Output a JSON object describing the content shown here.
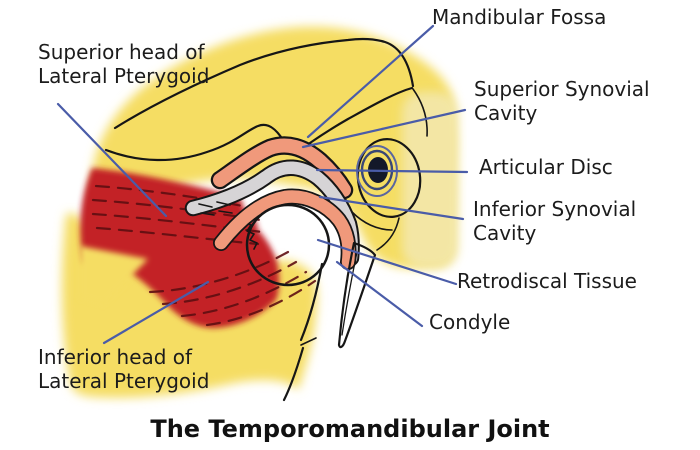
{
  "title": "The Temporomandibular Joint",
  "labels": {
    "superior_head": "Superior head of\nLateral Pterygoid",
    "mandibular_fossa": "Mandibular Fossa",
    "superior_synovial": "Superior Synovial\nCavity",
    "articular_disc": "Articular Disc",
    "inferior_synovial": "Inferior Synovial\nCavity",
    "retrodiscal": "Retrodiscal Tissue",
    "condyle": "Condyle",
    "inferior_head": "Inferior head of\nLateral Pterygoid"
  },
  "colors": {
    "background": "#FFFFFF",
    "bone": "#F5DD64",
    "bone_pale": "#F3E7A8",
    "muscle": "#C32126",
    "striation": "#5E0E12",
    "synovial": "#F0997B",
    "disc": "#D6D4D6",
    "outline": "#161616",
    "leader": "#4A5CA8",
    "ear_ring": "#3A4775",
    "ear_ring_light": "#5A66A0",
    "ear_center": "#131829",
    "text": "#1C1C1C"
  }
}
